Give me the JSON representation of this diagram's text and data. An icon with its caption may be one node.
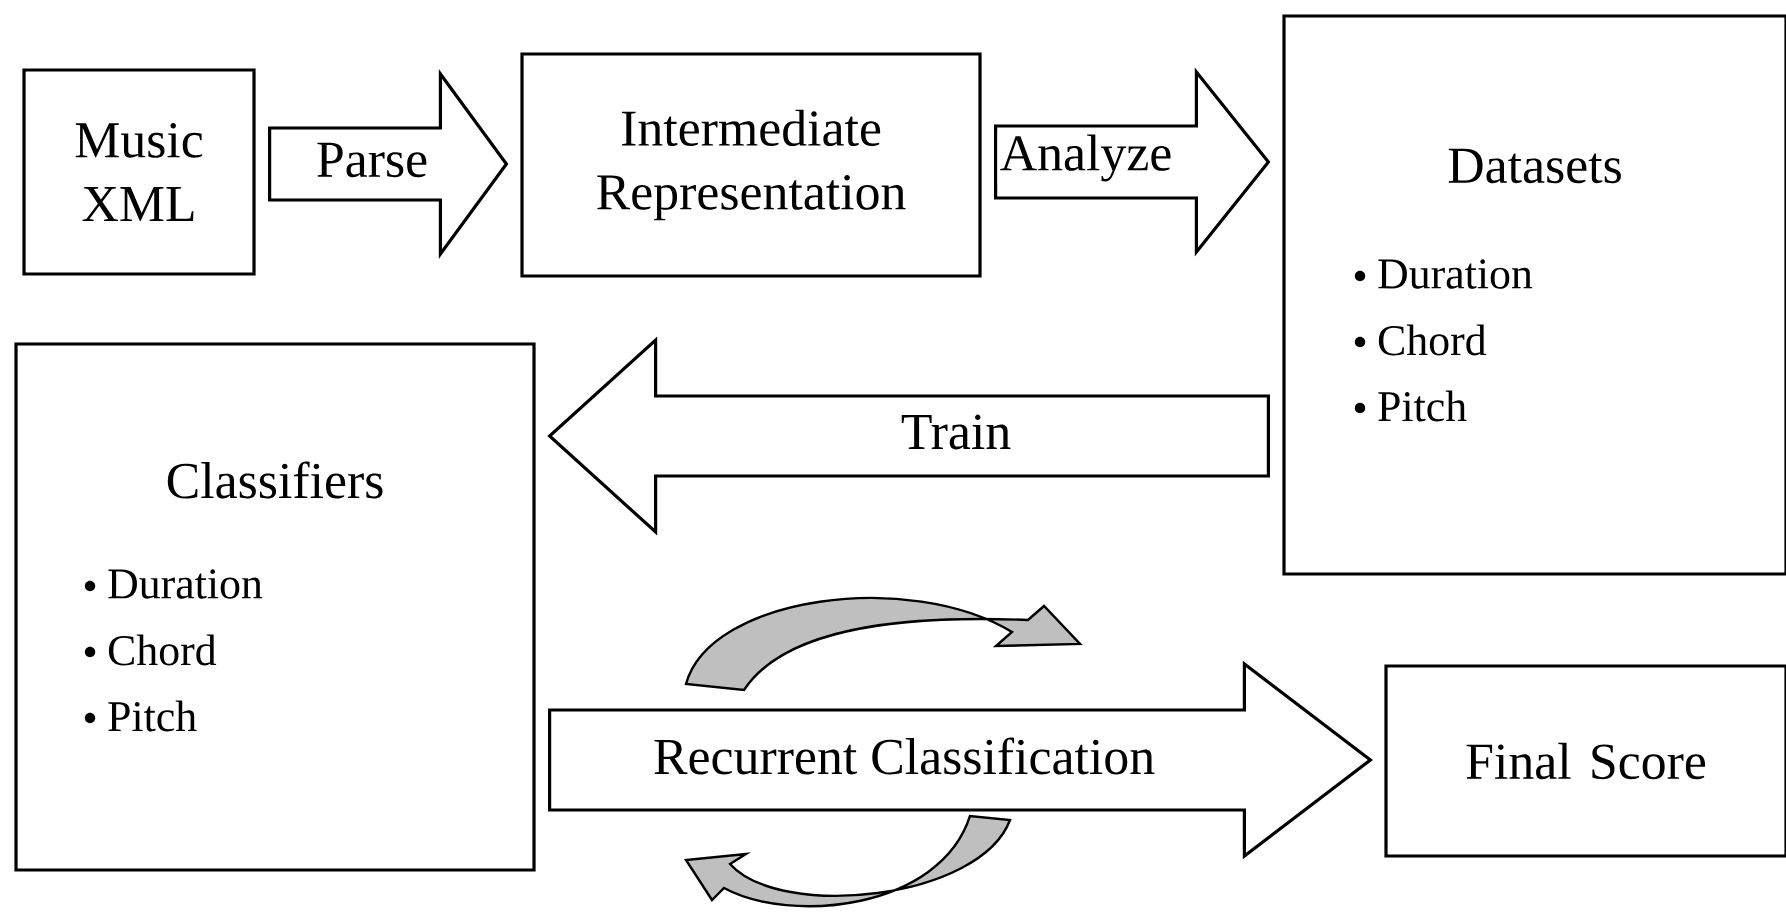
{
  "diagram": {
    "nodes": [
      {
        "text": [
          "Music XML"
        ]
      },
      {
        "text": [
          "Intermediate Representation"
        ]
      },
      {
        "text": [
          "Datasets",
          "Duration",
          "Chord",
          "Pitch"
        ]
      },
      {
        "text": [
          "Classifiers",
          "Duration",
          "Chord",
          "Pitch"
        ]
      },
      {
        "text": [
          "Final Score"
        ]
      }
    ],
    "edges": [
      {
        "from": 0,
        "to": 1,
        "arrow": "to",
        "label": "Parse"
      },
      {
        "from": 1,
        "to": 2,
        "arrow": "to",
        "label": "Analyze"
      },
      {
        "from": 2,
        "to": 3,
        "arrow": "to",
        "label": "Train"
      },
      {
        "from": 3,
        "to": 4,
        "arrow": "to",
        "label": "Recurrent Classification"
      }
    ]
  }
}
